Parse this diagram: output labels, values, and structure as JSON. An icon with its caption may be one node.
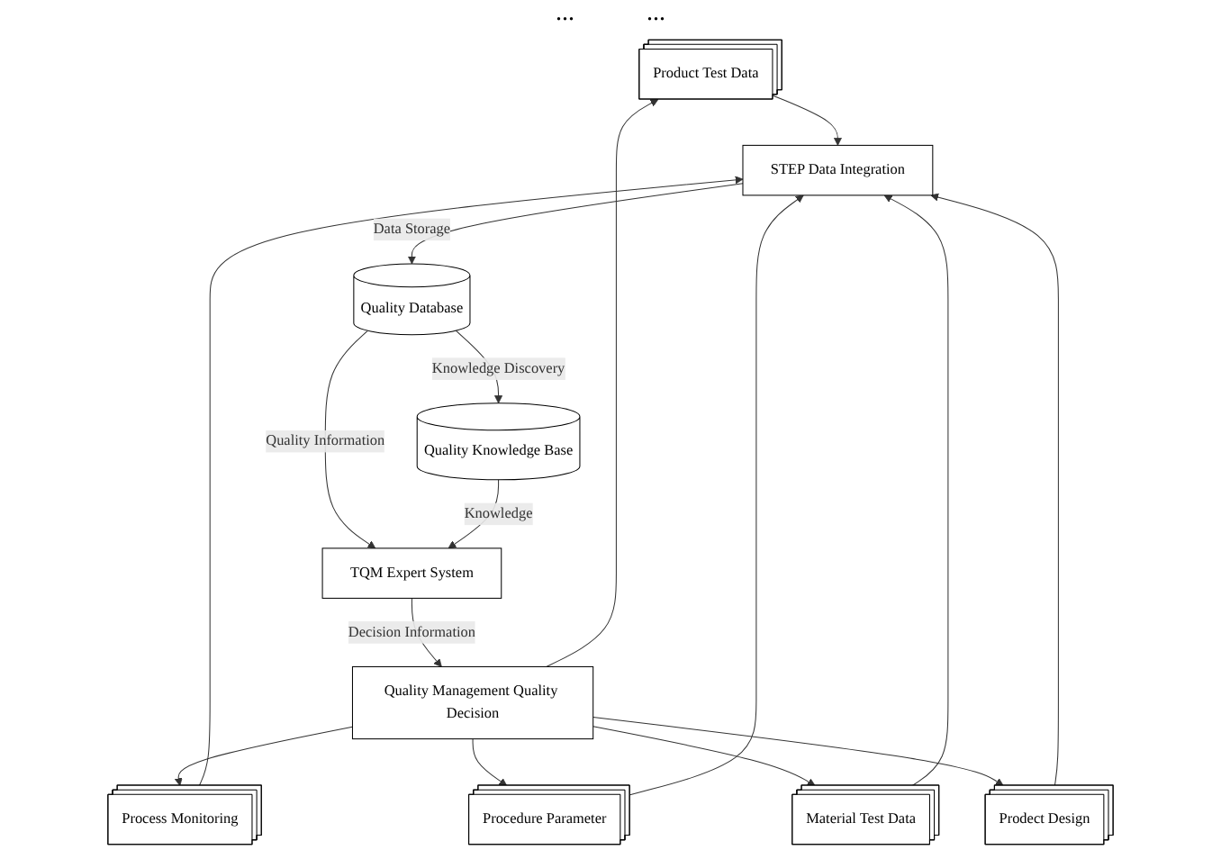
{
  "diagram": {
    "nodes": [
      {
        "text": [
          "Product Test Data"
        ]
      },
      {
        "text": [
          "Process Monitoring"
        ]
      },
      {
        "text": [
          "Procedure Parameter"
        ]
      },
      {
        "text": [
          "Material Test Data"
        ]
      },
      {
        "text": [
          "Prodect Design"
        ]
      },
      {
        "text": [
          "STEP Data Integration"
        ]
      },
      {
        "text": [
          "Quality Management Quality Decision"
        ]
      },
      {
        "text": [
          "Quality Database"
        ]
      },
      {
        "text": [
          "Quality Knowledge Base"
        ]
      },
      {
        "text": [
          "TQM Expert System"
        ]
      }
    ],
    "edges": [
      {
        "from": 0,
        "to": 5,
        "arrow": "to"
      },
      {
        "from": 1,
        "to": 5,
        "arrow": "to"
      },
      {
        "from": 2,
        "to": 5,
        "arrow": "to"
      },
      {
        "from": 3,
        "to": 5,
        "arrow": "to"
      },
      {
        "from": 4,
        "to": 5,
        "arrow": "to"
      },
      {
        "from": 6,
        "to": 0,
        "arrow": "to"
      },
      {
        "from": 6,
        "to": 1,
        "arrow": "to"
      },
      {
        "from": 6,
        "to": 2,
        "arrow": "to"
      },
      {
        "from": 6,
        "to": 3,
        "arrow": "to"
      },
      {
        "from": 6,
        "to": 4,
        "arrow": "to"
      },
      {
        "from": 5,
        "to": 7,
        "label": "Data Storage",
        "arrow": "to"
      },
      {
        "from": 7,
        "to": 9,
        "label": "Quality Information",
        "arrow": "to"
      },
      {
        "from": 7,
        "to": 8,
        "label": "Knowledge Discovery",
        "arrow": "to"
      },
      {
        "from": 8,
        "to": 9,
        "label": "Knowledge",
        "arrow": "to"
      },
      {
        "from": 9,
        "to": 6,
        "label": "Decision Information",
        "arrow": "to"
      }
    ],
    "labels": [
      "...",
      "..."
    ]
  }
}
